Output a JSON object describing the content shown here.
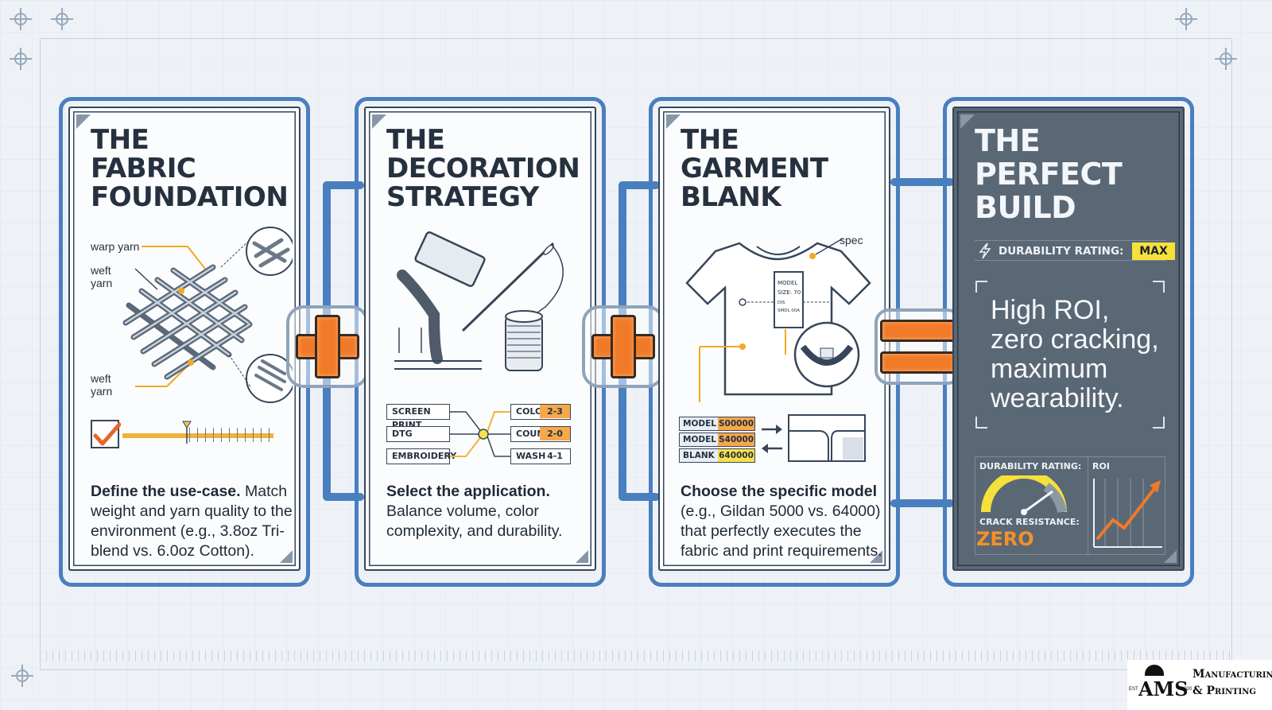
{
  "panels": [
    {
      "id": "fabric",
      "title_lines": [
        "THE",
        "FABRIC",
        "FOUNDATION"
      ],
      "callouts": {
        "warp": "warp yarn",
        "weft_top": "weft\nyarn",
        "weft_bottom": "weft\nyarn"
      },
      "desc_bold": "Define the use-case.",
      "desc_rest": " Match weight and yarn quality to the environment (e.g., 3.8oz Tri-blend vs. 6.0oz Cotton)."
    },
    {
      "id": "decoration",
      "title_lines": [
        "THE",
        "DECORATION",
        "STRATEGY"
      ],
      "methods": [
        "SCREEN PRINT",
        "DTG",
        "EMBROIDERY"
      ],
      "specs": [
        {
          "key": "COLOR",
          "value": "2-3"
        },
        {
          "key": "COUNT",
          "value": "2-0"
        },
        {
          "key": "WASH",
          "value": "4-1"
        }
      ],
      "desc_bold": "Select the application.",
      "desc_rest": " Balance volume, color complexity, and durability."
    },
    {
      "id": "garment",
      "title_lines": [
        "THE",
        "GARMENT",
        "BLANK"
      ],
      "spec_label": "spec",
      "tag_lines": [
        "MODEL",
        "SIZE: 70",
        "DIS",
        "SMDL 00A"
      ],
      "models": [
        {
          "key": "MODEL",
          "value": "S00000"
        },
        {
          "key": "MODEL",
          "value": "S40000"
        },
        {
          "key": "BLANK",
          "value": "640000"
        }
      ],
      "desc_bold": "Choose the specific model",
      "desc_rest": " (e.g., Gildan 5000 vs. 64000) that perfectly executes the fabric and print requirements."
    },
    {
      "id": "build",
      "title_lines": [
        "THE",
        "PERFECT",
        "BUILD"
      ],
      "durability_label": "DURABILITY RATING:",
      "durability_value": "MAX",
      "roi_lines": [
        "High ROI,",
        "zero cracking,",
        "maximum",
        "wearability."
      ],
      "gauge_label": "DURABILITY RATING:",
      "roi_label": "ROI",
      "crack_label": "CRACK RESISTANCE:",
      "crack_value": "ZERO"
    }
  ],
  "logo": {
    "abbr": "AMS",
    "est": "EST",
    "year": "2020",
    "name_lines": [
      "Manufacturing",
      "& Printing"
    ]
  },
  "colors": {
    "pipe": "#4a7fbf",
    "accent_orange": "#f07a28",
    "accent_yellow": "#f6e03a",
    "dark_panel": "#5a6775"
  }
}
